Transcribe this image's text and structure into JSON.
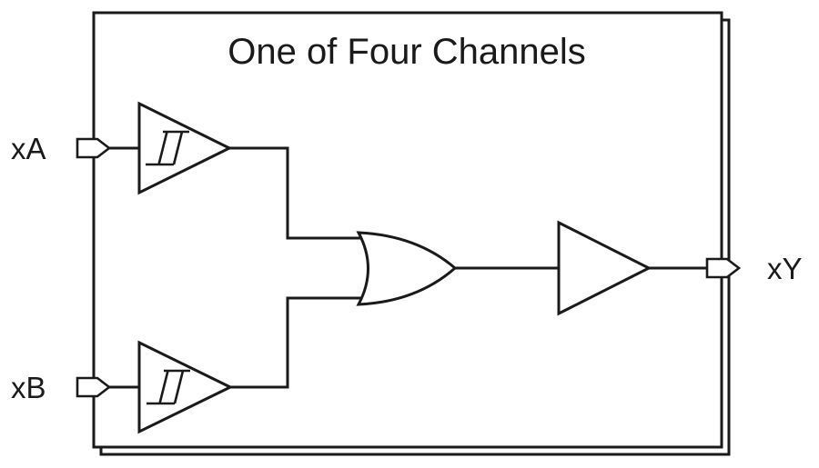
{
  "diagram": {
    "title": "One of Four Channels",
    "inputs": [
      {
        "id": "A",
        "label": "xA"
      },
      {
        "id": "B",
        "label": "xB"
      }
    ],
    "output": {
      "label": "xY"
    },
    "components": [
      {
        "name": "schmitt-trigger-buffer-a",
        "type": "schmitt-buffer",
        "connected_input": "xA"
      },
      {
        "name": "schmitt-trigger-buffer-b",
        "type": "schmitt-buffer",
        "connected_input": "xB"
      },
      {
        "name": "or-gate",
        "type": "or"
      },
      {
        "name": "output-buffer",
        "type": "buffer"
      }
    ],
    "stacked_channel_boxes": 2,
    "colors": {
      "line": "#1a1a1a",
      "background": "#ffffff",
      "shape_fill": "#ffffff"
    }
  }
}
